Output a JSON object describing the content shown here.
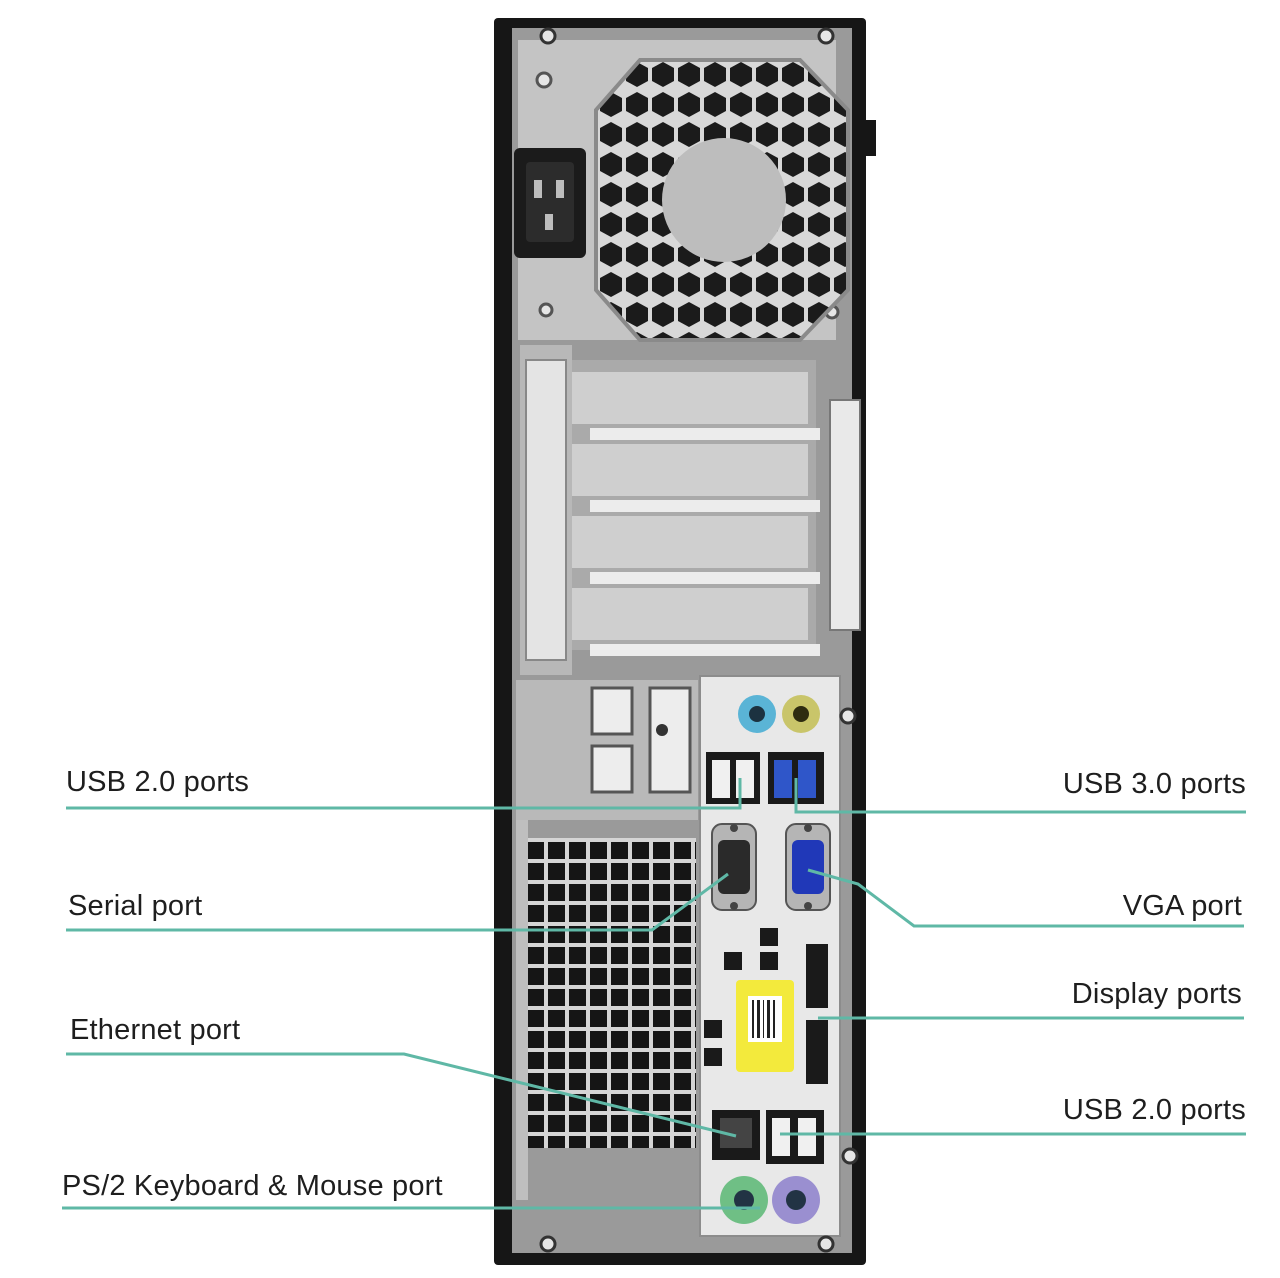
{
  "labels": {
    "usb2_top": "USB 2.0 ports",
    "serial": "Serial port",
    "ethernet": "Ethernet port",
    "ps2": "PS/2 Keyboard & Mouse port",
    "usb3": "USB 3.0 ports",
    "vga": "VGA port",
    "display": "Display ports",
    "usb2_bottom": "USB 2.0 ports"
  },
  "colors": {
    "leader_line": "#5fb8a6",
    "chassis": "#1a1a1a",
    "panel": "#c9c9c9",
    "audio_in": "#5ab4d6",
    "audio_out": "#c9c56a",
    "usb3_blue": "#2f56c9",
    "vga_blue": "#2038b8",
    "ps2_green": "#6fbf85",
    "ps2_purple": "#9a8fd0",
    "sticker_yellow": "#f3ea3c"
  }
}
